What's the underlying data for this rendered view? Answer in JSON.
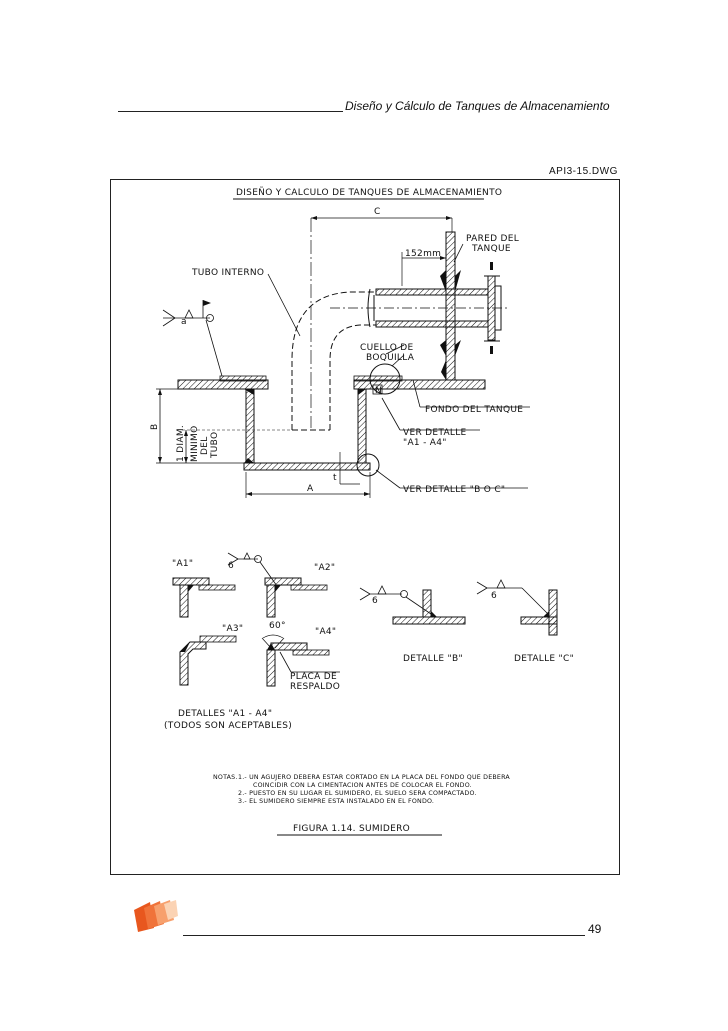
{
  "header": {
    "title": "Diseño y Cálculo de Tanques de Almacenamiento"
  },
  "drawing": {
    "file_id": "API3-15.DWG",
    "title": "DISEÑO Y CALCULO DE TANQUES DE ALMACENAMIENTO",
    "labels": {
      "c": "C",
      "pared_line1": "PARED DEL",
      "pared_line2": "TANQUE",
      "dim_152": "152mm",
      "tubo_interno": "TUBO INTERNO",
      "weld_a": "a",
      "cuello_line1": "CUELLO DE",
      "cuello_line2": "BOQUILLA",
      "n": "N",
      "fondo": "FONDO DEL TANQUE",
      "ver_detalle_line1": "VER DETALLE",
      "ver_detalle_line2": "\"A1 - A4\"",
      "b": "B",
      "diam_line1": "1 DIAM.",
      "diam_line2": "MINIMO",
      "diam_line3": "DEL",
      "diam_line4": "TUBO",
      "t": "t",
      "a": "A",
      "ver_detalle_boc": "VER DETALLE \"B O C\""
    },
    "details": {
      "a1": "\"A1\"",
      "a2": "\"A2\"",
      "a3": "\"A3\"",
      "a4": "\"A4\"",
      "weld_6": "6",
      "angle_60": "60°",
      "placa_line1": "PLACA DE",
      "placa_line2": "RESPALDO",
      "detalle_b": "DETALLE \"B\"",
      "detalle_c": "DETALLE \"C\"",
      "detalles_caption_line1": "DETALLES \"A1 - A4\"",
      "detalles_caption_line2": "(TODOS SON ACEPTABLES)"
    },
    "notes": {
      "label": "NOTAS.",
      "n1_line1": "1.- UN AGUJERO DEBERA ESTAR CORTADO EN LA PLACA DEL FONDO QUE DEBERA",
      "n1_line2": "COINCIDIR CON LA CIMENTACION ANTES DE COLOCAR EL FONDO.",
      "n2": "2.- PUESTO EN SU LUGAR EL SUMIDERO, EL SUELO SERA COMPACTADO.",
      "n3": "3.- EL SUMIDERO SIEMPRE ESTA INSTALADO EN EL FONDO."
    },
    "figure_caption": "FIGURA   1.14.   SUMIDERO"
  },
  "footer": {
    "page_number": "49"
  }
}
